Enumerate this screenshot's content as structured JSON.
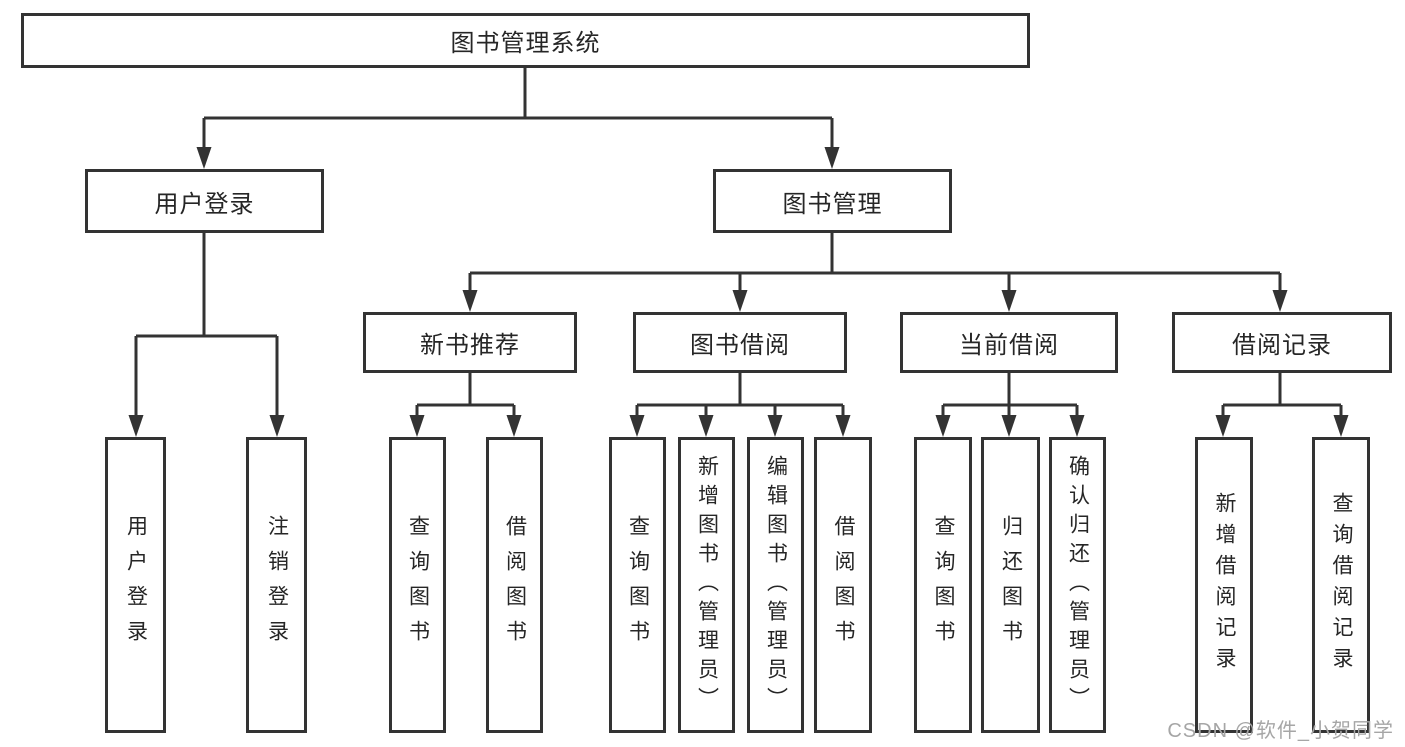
{
  "colors": {
    "line": "#333333",
    "text": "#262626",
    "background": "#ffffff",
    "watermark": "#a6a6a6"
  },
  "nodes": {
    "root": "图书管理系统",
    "user_login": "用户登录",
    "book_management": "图书管理",
    "new_book_recommend": "新书推荐",
    "book_borrowing": "图书借阅",
    "current_borrowing": "当前借阅",
    "borrowing_records": "借阅记录",
    "login_user_login": "用户登录",
    "login_logout": "注销登录",
    "recommend_query_books": "查询图书",
    "recommend_borrow_books": "借阅图书",
    "borrowing_query_books": "查询图书",
    "borrowing_add_books": "新增图书（管理员）",
    "borrowing_edit_books": "编辑图书（管理员）",
    "borrowing_borrow_books": "借阅图书",
    "current_query_books": "查询图书",
    "current_return_books": "归还图书",
    "current_confirm_return": "确认归还（管理员）",
    "records_add_record": "新增借阅记录",
    "records_query_record": "查询借阅记录"
  },
  "watermark": {
    "text": "CSDN @软件_小贺同学"
  }
}
